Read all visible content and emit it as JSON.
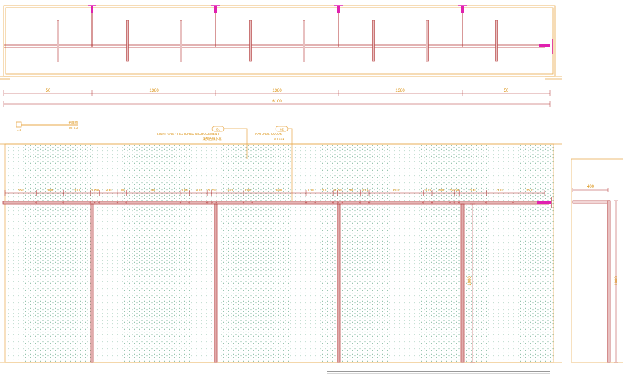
{
  "colors": {
    "background": "#ffffff",
    "outline": "#e8a94a",
    "dim_text": "#d98a00",
    "rail": "#b03030",
    "post_fill": "#e8c0c0",
    "magenta": "#e020b0",
    "dot": "#2d8a5e"
  },
  "plan": {
    "dims": [
      "50",
      "1380",
      "1380",
      "1380",
      "50"
    ],
    "total": "6100"
  },
  "plan_label": {
    "line1": "平面图",
    "line2": "PLAN",
    "index": "1:5"
  },
  "callouts": {
    "left": {
      "tag": "01",
      "line1": "LIGHT GREY TEXTURED MICROCEMENT",
      "line2": "浅灰色微水泥"
    },
    "right": {
      "tag": "02",
      "line1": "NATURAL COLOR",
      "line2": "STEEL"
    }
  },
  "elevation": {
    "spacing_dims": [
      "350",
      "300",
      "300",
      "50",
      "50",
      "200",
      "100",
      "600",
      "100",
      "200",
      "50",
      "50",
      "300",
      "100",
      "600",
      "100",
      "200",
      "50",
      "50",
      "200",
      "100",
      "600",
      "100",
      "200",
      "50",
      "50",
      "300",
      "300",
      "350"
    ],
    "height": "1000"
  },
  "section": {
    "width": "400",
    "height": "1000"
  }
}
